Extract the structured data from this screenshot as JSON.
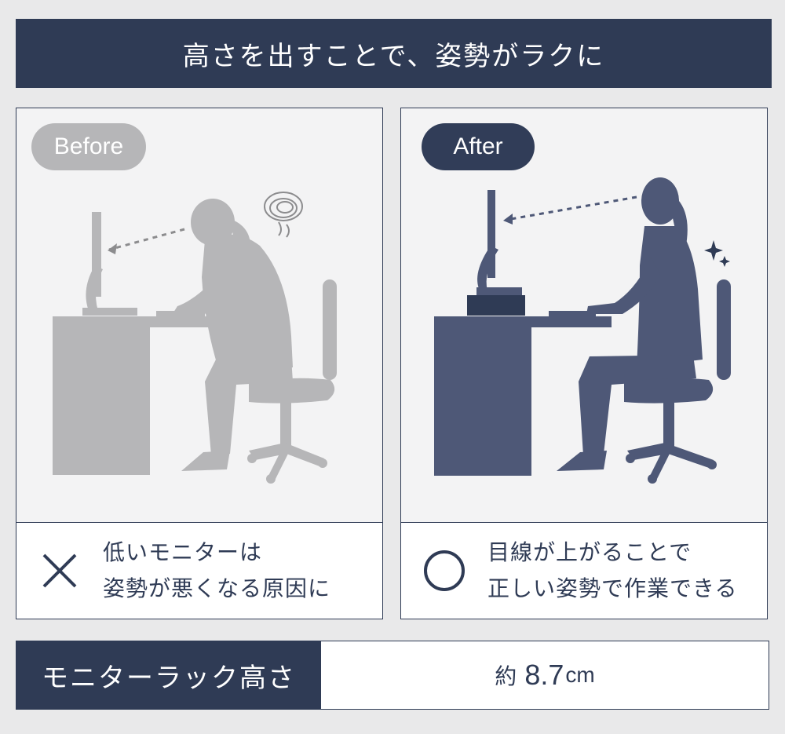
{
  "header": {
    "title": "高さを出すことで、姿勢がラクに"
  },
  "before": {
    "badge": "Before",
    "caption_line1": "低いモニターは",
    "caption_line2": "姿勢が悪くなる原因に",
    "mark_icon": "cross-icon",
    "color": "#b6b6b8"
  },
  "after": {
    "badge": "After",
    "caption_line1": "目線が上がることで",
    "caption_line2": "正しい姿勢で作業できる",
    "mark_icon": "circle-icon",
    "color": "#4e5877"
  },
  "spec": {
    "label": "モニターラック高さ",
    "prefix": "約",
    "value": "8.7",
    "unit": "cm"
  },
  "colors": {
    "navy": "#2f3b55",
    "gray": "#b6b6b8",
    "background": "#e9e9ea"
  }
}
